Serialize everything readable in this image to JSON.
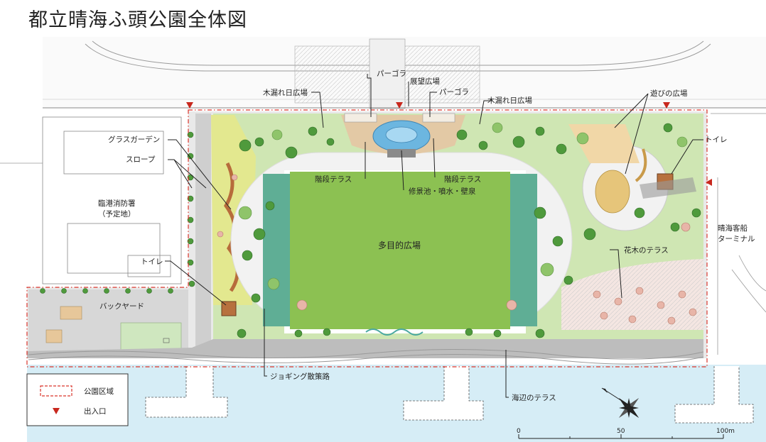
{
  "title": "都立晴海ふ頭公園全体図",
  "labels": {
    "pergola_top": "パーゴラ",
    "observation_plaza": "展望広場",
    "pergola_2": "パーゴラ",
    "komorebi_left": "木漏れ日広場",
    "komorebi_right": "木漏れ日広場",
    "play_plaza": "遊びの広場",
    "grass_garden": "グラスガーデン",
    "slope": "スロープ",
    "toilet_right": "トイレ",
    "fire_station_line1": "臨港消防署",
    "fire_station_line2": "（予定地）",
    "stair_terrace_left": "階段テラス",
    "stair_terrace_right": "階段テラス",
    "water_features": "修景池・噴水・壁泉",
    "multipurpose_plaza": "多目的広場",
    "terminal_line1": "晴海客船",
    "terminal_line2": "ターミナル",
    "toilet_left": "トイレ",
    "flower_terrace": "花木のテラス",
    "backyard": "バックヤード",
    "jogging_path": "ジョギング散策路",
    "seaside_terrace": "海辺のテラス"
  },
  "legend": {
    "park_area": "公園区域",
    "entrance": "出入口"
  },
  "scale": {
    "ticks": [
      "0",
      "50",
      "100m"
    ]
  },
  "colors": {
    "boundary": "#d9342b",
    "entrance": "#c8281e",
    "lawn": "#8cc152",
    "sea": "#d6edf6"
  }
}
